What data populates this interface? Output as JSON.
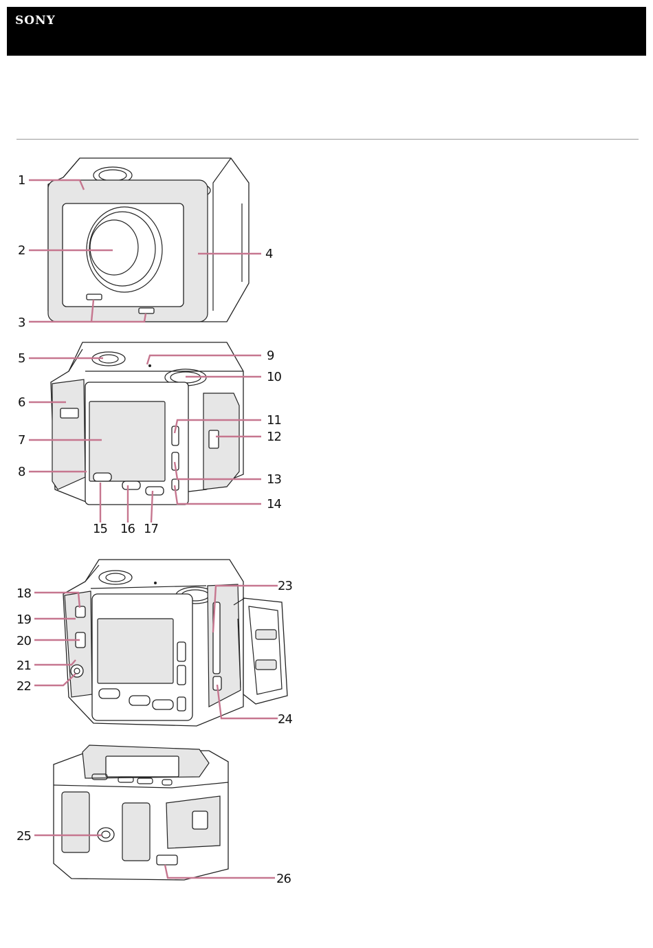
{
  "header": {
    "brand": "SONY",
    "brand_color": "#000000"
  },
  "figure": {
    "callout_color": "#c6768f",
    "labels": [
      "1",
      "2",
      "3",
      "4",
      "5",
      "6",
      "7",
      "8",
      "9",
      "10",
      "11",
      "12",
      "13",
      "14",
      "15",
      "16",
      "17",
      "18",
      "19",
      "20",
      "21",
      "22",
      "23",
      "24",
      "25",
      "26"
    ]
  }
}
